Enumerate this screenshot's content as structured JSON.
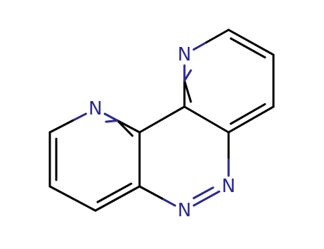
{
  "molecule": {
    "colors": {
      "carbon_bond": "#000000",
      "nitrogen": "#2d2a8c",
      "background": "#ffffff"
    },
    "atoms": [
      {
        "id": "N1",
        "symbol": "N",
        "label": "N"
      },
      {
        "id": "N2",
        "symbol": "N",
        "label": "N"
      },
      {
        "id": "N3",
        "symbol": "N",
        "label": "N"
      },
      {
        "id": "N4",
        "symbol": "N",
        "label": "N"
      }
    ]
  }
}
